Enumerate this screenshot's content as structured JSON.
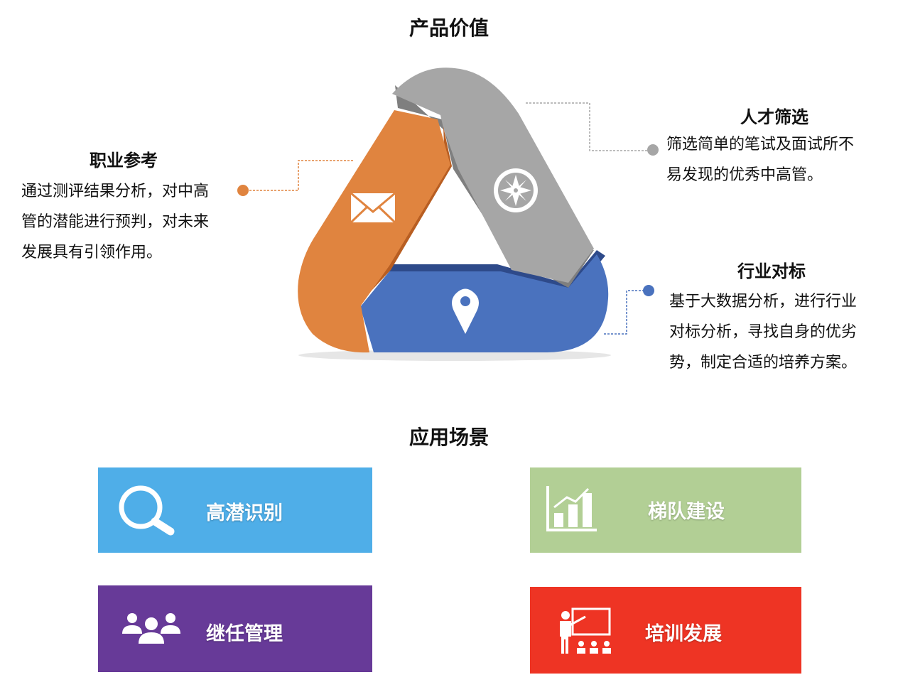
{
  "titles": {
    "product_value": "产品价值",
    "scenarios": "应用场景"
  },
  "callouts": {
    "career": {
      "heading": "职业参考",
      "lines": [
        "通过测评结果分析，对中高",
        "管的潜能进行预判，对未来",
        "发展具有引领作用。"
      ]
    },
    "talent": {
      "heading": "人才筛选",
      "lines": [
        "筛选简单的笔试及面试所不",
        "易发现的优秀中高管。"
      ]
    },
    "benchmark": {
      "heading": "行业对标",
      "lines": [
        "基于大数据分析，进行行业",
        "对标分析，寻找自身的优劣",
        "势，制定合适的培养方案。"
      ]
    }
  },
  "tiles": {
    "high_potential": {
      "label": "高潜识别",
      "icon": "magnifier-icon",
      "color": "#4FAEE8"
    },
    "bench": {
      "label": "梯队建设",
      "icon": "bar-chart-icon",
      "color": "#B2CF95"
    },
    "succession": {
      "label": "继任管理",
      "icon": "people-group-icon",
      "color": "#673A98"
    },
    "training": {
      "label": "培训发展",
      "icon": "teacher-board-icon",
      "color": "#EE3424"
    }
  },
  "colors": {
    "orange": "#E0843F",
    "gray": "#A6A6A6",
    "blue": "#4A72BE",
    "dark_blue": "#2E4A8A"
  },
  "segment_icons": {
    "orange": "envelope-icon",
    "gray": "compass-icon",
    "blue": "map-pin-icon"
  }
}
